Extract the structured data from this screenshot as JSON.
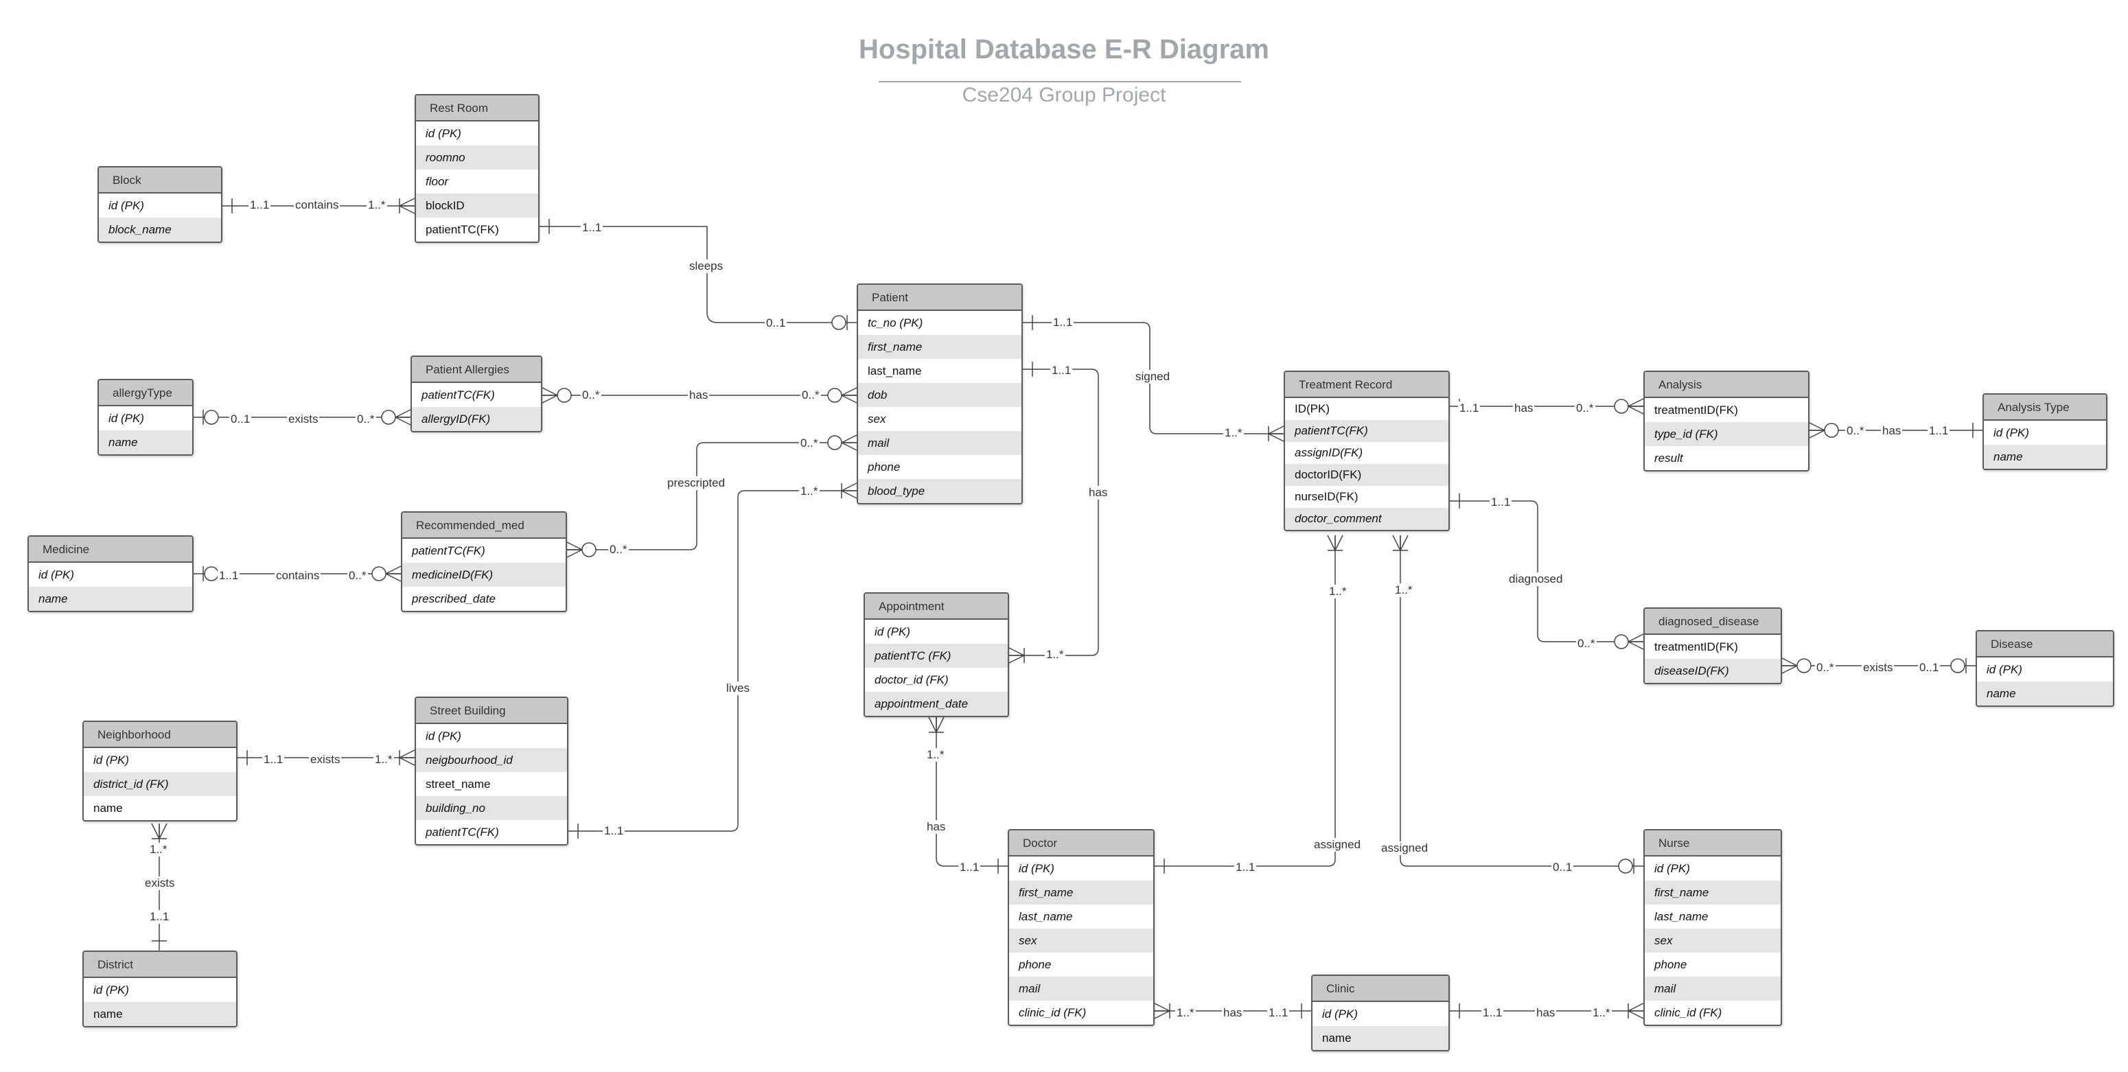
{
  "diagram": {
    "title": "Hospital Database E-R Diagram",
    "subtitle": "Cse204 Group Project"
  },
  "entities": {
    "rest_room": {
      "name": "Rest Room",
      "fields": [
        "id (PK)",
        "roomno",
        "floor",
        "blockID",
        "patientTC(FK)"
      ]
    },
    "block": {
      "name": "Block",
      "fields": [
        "id (PK)",
        "block_name"
      ]
    },
    "allergy_type": {
      "name": "allergyType",
      "fields": [
        "id (PK)",
        "name"
      ]
    },
    "patient_allergies": {
      "name": "Patient Allergies",
      "fields": [
        "patientTC(FK)",
        "allergyID(FK)"
      ]
    },
    "medicine": {
      "name": "Medicine",
      "fields": [
        "id (PK)",
        "name"
      ]
    },
    "recommended_med": {
      "name": "Recommended_med",
      "fields": [
        "patientTC(FK)",
        "medicineID(FK)",
        "prescribed_date"
      ]
    },
    "neighborhood": {
      "name": "Neighborhood",
      "fields": [
        "id (PK)",
        "district_id (FK)",
        "name"
      ]
    },
    "district": {
      "name": "District",
      "fields": [
        "id (PK)",
        "name"
      ]
    },
    "street_building": {
      "name": "Street Building",
      "fields": [
        "id (PK)",
        "neigbourhood_id",
        "street_name",
        "building_no",
        "patientTC(FK)"
      ]
    },
    "patient": {
      "name": "Patient",
      "fields": [
        "tc_no (PK)",
        "first_name",
        "last_name",
        "dob",
        "sex",
        "mail",
        "phone",
        "blood_type"
      ]
    },
    "appointment": {
      "name": "Appointment",
      "fields": [
        "id (PK)",
        "patientTC (FK)",
        "doctor_id (FK)",
        "appointment_date"
      ]
    },
    "doctor": {
      "name": "Doctor",
      "fields": [
        "id (PK)",
        "first_name",
        "last_name",
        "sex",
        "phone",
        "mail",
        "clinic_id (FK)"
      ]
    },
    "clinic": {
      "name": "Clinic",
      "fields": [
        "id (PK)",
        "name"
      ]
    },
    "nurse": {
      "name": "Nurse",
      "fields": [
        "id (PK)",
        "first_name",
        "last_name",
        "sex",
        "phone",
        "mail",
        "clinic_id (FK)"
      ]
    },
    "treatment_record": {
      "name": "Treatment Record",
      "fields": [
        "ID(PK)",
        "patientTC(FK)",
        "assignID(FK)",
        "doctorID(FK)",
        "nurseID(FK)",
        "doctor_comment"
      ]
    },
    "analysis": {
      "name": "Analysis",
      "fields": [
        "treatmentID(FK)",
        "type_id (FK)",
        "result"
      ]
    },
    "analysis_type": {
      "name": "Analysis Type",
      "fields": [
        "id (PK)",
        "name"
      ]
    },
    "diagnosed_disease": {
      "name": "diagnosed_disease",
      "fields": [
        "treatmentID(FK)",
        "diseaseID(FK)"
      ]
    },
    "disease": {
      "name": "Disease",
      "fields": [
        "id (PK)",
        "name"
      ]
    }
  },
  "relationships": [
    {
      "label": "contains",
      "from_card": "1..1",
      "to_card": "1..*"
    },
    {
      "label": "sleeps",
      "from_card": "1..1",
      "to_card": "0..1"
    },
    {
      "label": "exists",
      "from_card": "0..1",
      "to_card": "0..*"
    },
    {
      "label": "has",
      "from_card": "0..*",
      "to_card": "0..*"
    },
    {
      "label": "contains",
      "from_card": "1..1",
      "to_card": "0..*"
    },
    {
      "label": "prescripted",
      "from_card": "0..*",
      "to_card": "0..*"
    },
    {
      "label": "exists",
      "from_card": "1..1",
      "to_card": "1..*"
    },
    {
      "label": "exists",
      "from_card": "1..*",
      "to_card": "1..1"
    },
    {
      "label": "lives",
      "from_card": "1..1",
      "to_card": "1..*"
    },
    {
      "label": "signed",
      "from_card": "1..1",
      "to_card": "1..*"
    },
    {
      "label": "has",
      "from_card": "1..1",
      "to_card": "1..*"
    },
    {
      "label": "has",
      "from_card": "1..*",
      "to_card": "1..1"
    },
    {
      "label": "assigned",
      "from_card": "1..1",
      "to_card": "1..*"
    },
    {
      "label": "assigned",
      "from_card": "1..*",
      "to_card": "0..1"
    },
    {
      "label": "has",
      "from_card": "1..*",
      "to_card": "1..1"
    },
    {
      "label": "has",
      "from_card": "1..1",
      "to_card": "1..*"
    },
    {
      "label": "has",
      "from_card": "1..1",
      "to_card": "0..*"
    },
    {
      "label": "has",
      "from_card": "0..*",
      "to_card": "1..1"
    },
    {
      "label": "diagnosed",
      "from_card": "1..1",
      "to_card": "0..*"
    },
    {
      "label": "exists",
      "from_card": "0..*",
      "to_card": "0..1"
    }
  ]
}
